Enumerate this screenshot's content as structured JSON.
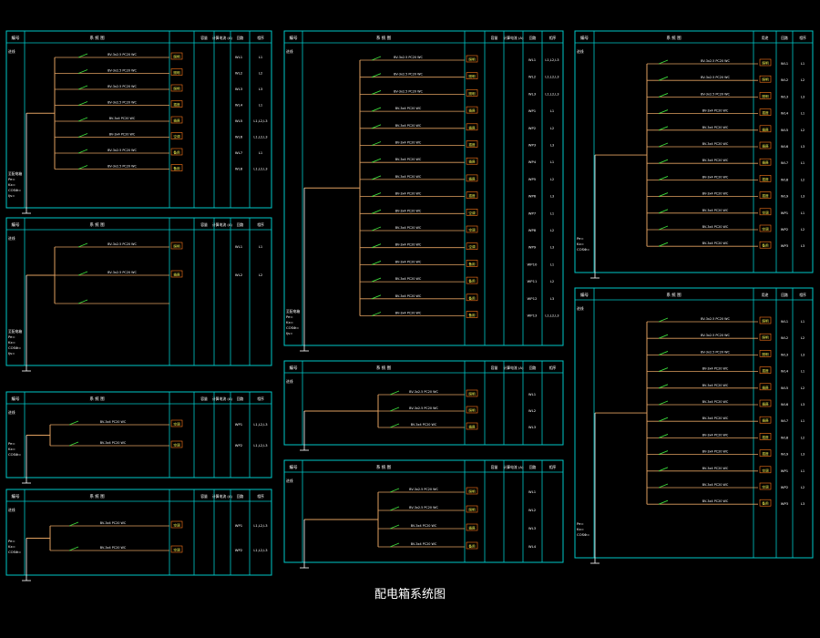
{
  "drawing": {
    "title": "配电箱系统图",
    "colors": {
      "background": "#000000",
      "frame": "#00c8c8",
      "circuit": "#e0a060",
      "text": "#ffffff",
      "label": "#ffff55",
      "symbol": "#ff7a1a",
      "breaker": "#3cdc3c"
    },
    "panels": [
      {
        "headers": [
          "编号",
          "系 统 图",
          "容量",
          "计算电流 (A)",
          "回路",
          "相序"
        ],
        "supply": [
          "进线",
          "至配电箱",
          "Pe=",
          "Kx=",
          "COSΦ=",
          "Ijs="
        ],
        "circuits": [
          {
            "spec": "BV-3x2.5 PC20 WC",
            "use": "照明",
            "loop": "WL1",
            "phase": "L1"
          },
          {
            "spec": "BV-3x2.5 PC20 WC",
            "use": "照明",
            "loop": "WL2",
            "phase": "L2"
          },
          {
            "spec": "BV-3x2.5 PC20 WC",
            "use": "照明",
            "loop": "WL3",
            "phase": "L3"
          },
          {
            "spec": "BV-3x2.5 PC20 WC",
            "use": "插座",
            "loop": "WL4",
            "phase": "L1"
          },
          {
            "spec": "BV-3x4 PC20 WC",
            "use": "插座",
            "loop": "WL5",
            "phase": "L1,L2,L3"
          },
          {
            "spec": "BV-3x4 PC20 WC",
            "use": "空调",
            "loop": "WL6",
            "phase": "L1,L2,L3"
          },
          {
            "spec": "BV-3x2.5 PC20 WC",
            "use": "备用",
            "loop": "WL7",
            "phase": "L1"
          },
          {
            "spec": "BV-3x2.5 PC20 WC",
            "use": "备用",
            "loop": "WL8",
            "phase": "L1,L2,L3"
          }
        ]
      },
      {
        "headers": [
          "编号",
          "系 统 图",
          "容量",
          "计算电流 (A)",
          "回路",
          "相序"
        ],
        "supply": [
          "进线",
          "至配电箱",
          "Pe=",
          "Kx=",
          "COSΦ=",
          "Ijs="
        ],
        "circuits": [
          {
            "spec": "BV-3x2.5 PC20 WC",
            "use": "照明",
            "loop": "WL1",
            "phase": "L1"
          },
          {
            "spec": "BV-3x2.5 PC20 WC",
            "use": "插座",
            "loop": "WL2",
            "phase": "L2"
          },
          {
            "spec": "",
            "use": "",
            "loop": "",
            "phase": ""
          }
        ]
      },
      {
        "headers": [
          "编号",
          "系 统 图",
          "容量",
          "计算电流 (A)",
          "回路",
          "相序"
        ],
        "supply": [
          "进线",
          "Pe=",
          "Kx=",
          "COSΦ="
        ],
        "circuits": [
          {
            "spec": "BV-3x4 PC20 WC",
            "use": "空调",
            "loop": "WP1",
            "phase": "L1,L2,L3"
          },
          {
            "spec": "BV-3x4 PC20 WC",
            "use": "空调",
            "loop": "WP2",
            "phase": "L1,L2,L3"
          }
        ]
      },
      {
        "headers": [
          "编号",
          "系 统 图",
          "容量",
          "计算电流 (A)",
          "回路",
          "相序"
        ],
        "supply": [
          "进线",
          "Pe=",
          "Kx=",
          "COSΦ="
        ],
        "circuits": [
          {
            "spec": "BV-3x4 PC20 WC",
            "use": "空调",
            "loop": "WP1",
            "phase": "L1,L2,L3"
          },
          {
            "spec": "BV-3x4 PC20 WC",
            "use": "空调",
            "loop": "WP2",
            "phase": "L1,L2,L3"
          }
        ]
      },
      {
        "headers": [
          "编号",
          "系 统 图",
          "容量",
          "计算电流 (A)",
          "回路",
          "相序"
        ],
        "supply": [
          "进线",
          "至配电箱",
          "Pe=",
          "Kx=",
          "COSΦ=",
          "Ijs="
        ],
        "circuits": [
          {
            "spec": "BV-3x2.5 PC20 WC",
            "use": "照明",
            "loop": "WL1",
            "phase": "L1,L2,L3"
          },
          {
            "spec": "BV-3x2.5 PC20 WC",
            "use": "照明",
            "loop": "WL2",
            "phase": "L1,L2,L3"
          },
          {
            "spec": "BV-3x2.5 PC20 WC",
            "use": "照明",
            "loop": "WL3",
            "phase": "L1,L2,L3"
          },
          {
            "spec": "BV-3x4 PC20 WC",
            "use": "插座",
            "loop": "WP1",
            "phase": "L1"
          },
          {
            "spec": "BV-3x4 PC20 WC",
            "use": "插座",
            "loop": "WP2",
            "phase": "L2"
          },
          {
            "spec": "BV-3x4 PC20 WC",
            "use": "插座",
            "loop": "WP3",
            "phase": "L3"
          },
          {
            "spec": "BV-3x4 PC20 WC",
            "use": "插座",
            "loop": "WP4",
            "phase": "L1"
          },
          {
            "spec": "BV-3x4 PC20 WC",
            "use": "插座",
            "loop": "WP5",
            "phase": "L2"
          },
          {
            "spec": "BV-3x4 PC20 WC",
            "use": "插座",
            "loop": "WP6",
            "phase": "L3"
          },
          {
            "spec": "BV-3x4 PC20 WC",
            "use": "空调",
            "loop": "WP7",
            "phase": "L1"
          },
          {
            "spec": "BV-3x4 PC20 WC",
            "use": "空调",
            "loop": "WP8",
            "phase": "L2"
          },
          {
            "spec": "BV-3x4 PC20 WC",
            "use": "空调",
            "loop": "WP9",
            "phase": "L3"
          },
          {
            "spec": "BV-3x4 PC20 WC",
            "use": "备用",
            "loop": "WP10",
            "phase": "L1"
          },
          {
            "spec": "BV-3x4 PC20 WC",
            "use": "备用",
            "loop": "WP11",
            "phase": "L2"
          },
          {
            "spec": "BV-3x4 PC20 WC",
            "use": "备用",
            "loop": "WP12",
            "phase": "L3"
          },
          {
            "spec": "BV-3x4 PC20 WC",
            "use": "备用",
            "loop": "WP13",
            "phase": "L1,L2,L3"
          }
        ]
      },
      {
        "headers": [
          "编号",
          "系 统 图",
          "容量",
          "计算电流 (A)",
          "回路",
          "相序"
        ],
        "supply": [
          "进线"
        ],
        "circuits": [
          {
            "spec": "BV-3x2.5 PC20 WC",
            "use": "照明",
            "loop": "WL1",
            "phase": ""
          },
          {
            "spec": "BV-3x2.5 PC20 WC",
            "use": "照明",
            "loop": "WL2",
            "phase": ""
          },
          {
            "spec": "BV-3x4 PC20 WC",
            "use": "插座",
            "loop": "WL3",
            "phase": ""
          }
        ]
      },
      {
        "headers": [
          "编号",
          "系 统 图",
          "容量",
          "计算电流 (A)",
          "回路",
          "相序"
        ],
        "supply": [
          "进线"
        ],
        "circuits": [
          {
            "spec": "BV-3x2.5 PC20 WC",
            "use": "照明",
            "loop": "WL1",
            "phase": ""
          },
          {
            "spec": "BV-3x2.5 PC20 WC",
            "use": "照明",
            "loop": "WL2",
            "phase": ""
          },
          {
            "spec": "BV-3x4 PC20 WC",
            "use": "插座",
            "loop": "WL3",
            "phase": ""
          },
          {
            "spec": "BV-3x4 PC20 WC",
            "use": "备用",
            "loop": "WL4",
            "phase": ""
          }
        ]
      },
      {
        "headers": [
          "编号",
          "系 统 图",
          "用途",
          "回路",
          "相序"
        ],
        "supply": [
          "进线",
          "Pe=",
          "Kx=",
          "COSΦ="
        ],
        "circuits": [
          {
            "spec": "BV-3x2.5 PC20 WC",
            "use": "照明",
            "loop": "WL1",
            "phase": "L1"
          },
          {
            "spec": "BV-3x2.5 PC20 WC",
            "use": "照明",
            "loop": "WL2",
            "phase": "L2"
          },
          {
            "spec": "BV-3x2.5 PC20 WC",
            "use": "照明",
            "loop": "WL3",
            "phase": "L3"
          },
          {
            "spec": "BV-3x4 PC20 WC",
            "use": "插座",
            "loop": "WL4",
            "phase": "L1"
          },
          {
            "spec": "BV-3x4 PC20 WC",
            "use": "插座",
            "loop": "WL5",
            "phase": "L2"
          },
          {
            "spec": "BV-3x4 PC20 WC",
            "use": "插座",
            "loop": "WL6",
            "phase": "L3"
          },
          {
            "spec": "BV-3x4 PC20 WC",
            "use": "插座",
            "loop": "WL7",
            "phase": "L1"
          },
          {
            "spec": "BV-3x4 PC20 WC",
            "use": "插座",
            "loop": "WL8",
            "phase": "L2"
          },
          {
            "spec": "BV-3x4 PC20 WC",
            "use": "插座",
            "loop": "WL9",
            "phase": "L3"
          },
          {
            "spec": "BV-3x4 PC20 WC",
            "use": "空调",
            "loop": "WP1",
            "phase": "L1"
          },
          {
            "spec": "BV-3x4 PC20 WC",
            "use": "空调",
            "loop": "WP2",
            "phase": "L2"
          },
          {
            "spec": "BV-3x4 PC20 WC",
            "use": "备用",
            "loop": "WP3",
            "phase": "L3"
          }
        ]
      },
      {
        "headers": [
          "编号",
          "系 统 图",
          "用途",
          "回路",
          "相序"
        ],
        "supply": [
          "进线",
          "Pe=",
          "Kx=",
          "COSΦ="
        ],
        "circuits": [
          {
            "spec": "BV-3x2.5 PC20 WC",
            "use": "照明",
            "loop": "WL1",
            "phase": "L1"
          },
          {
            "spec": "BV-3x2.5 PC20 WC",
            "use": "照明",
            "loop": "WL2",
            "phase": "L2"
          },
          {
            "spec": "BV-3x2.5 PC20 WC",
            "use": "照明",
            "loop": "WL3",
            "phase": "L3"
          },
          {
            "spec": "BV-3x4 PC20 WC",
            "use": "插座",
            "loop": "WL4",
            "phase": "L1"
          },
          {
            "spec": "BV-3x4 PC20 WC",
            "use": "插座",
            "loop": "WL5",
            "phase": "L2"
          },
          {
            "spec": "BV-3x4 PC20 WC",
            "use": "插座",
            "loop": "WL6",
            "phase": "L3"
          },
          {
            "spec": "BV-3x4 PC20 WC",
            "use": "插座",
            "loop": "WL7",
            "phase": "L1"
          },
          {
            "spec": "BV-3x4 PC20 WC",
            "use": "插座",
            "loop": "WL8",
            "phase": "L2"
          },
          {
            "spec": "BV-3x4 PC20 WC",
            "use": "插座",
            "loop": "WL9",
            "phase": "L3"
          },
          {
            "spec": "BV-3x4 PC20 WC",
            "use": "空调",
            "loop": "WP1",
            "phase": "L1"
          },
          {
            "spec": "BV-3x4 PC20 WC",
            "use": "空调",
            "loop": "WP2",
            "phase": "L2"
          },
          {
            "spec": "BV-3x4 PC20 WC",
            "use": "备用",
            "loop": "WP3",
            "phase": "L3"
          }
        ]
      }
    ]
  }
}
